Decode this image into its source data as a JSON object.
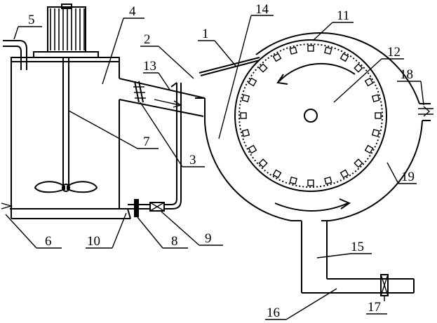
{
  "labels": {
    "l1": "1",
    "l2": "2",
    "l3": "3",
    "l4": "4",
    "l5": "5",
    "l6": "6",
    "l7": "7",
    "l8": "8",
    "l9": "9",
    "l10": "10",
    "l11": "11",
    "l12": "12",
    "l13": "13",
    "l14": "14",
    "l15": "15",
    "l16": "16",
    "l17": "17",
    "l18": "18",
    "l19": "19"
  },
  "drum": {
    "tooth_count": 24
  }
}
